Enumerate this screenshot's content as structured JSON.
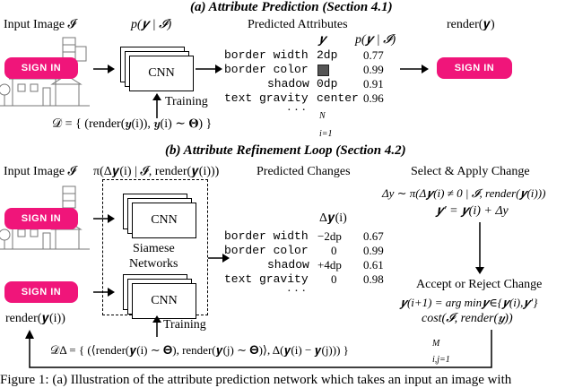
{
  "section_a": {
    "title": "(a) Attribute Prediction (Section 4.1)",
    "input_label": "Input Image 𝓘",
    "button_text": "SIGN IN",
    "model_label": "p(𝒚 | 𝓘)",
    "cnn_label": "CNN",
    "training_label": "Training",
    "predicted_header": "Predicted Attributes",
    "col_y": "𝒚",
    "col_p": "p(𝒚 | 𝓘)",
    "rows": [
      {
        "attr": "border width",
        "value": "2dp",
        "prob": "0.77"
      },
      {
        "attr": "border color",
        "value": "",
        "prob": "0.99"
      },
      {
        "attr": "shadow",
        "value": "0dp",
        "prob": "0.91"
      },
      {
        "attr": "text gravity",
        "value": "center",
        "prob": "0.96"
      }
    ],
    "ellipsis": "· · ·",
    "render_label": "render(𝒚)",
    "dataset_formula": "𝒟 = { (render(𝒚(i)), 𝒚(i) ∼ 𝚯) }",
    "dataset_sup": "N",
    "dataset_sub": "i=1",
    "swatch_color": "#555555"
  },
  "section_b": {
    "title": "(b) Attribute Refinement Loop (Section 4.2)",
    "input_label": "Input Image 𝓘",
    "model_label": "π(Δ𝒚(i) | 𝓘, render(𝒚(i)))",
    "button_text": "SIGN IN",
    "cnn_label": "CNN",
    "siamese_label_1": "Siamese",
    "siamese_label_2": "Networks",
    "training_label": "Training",
    "render_label": "render(𝒚(i))",
    "predicted_header": "Predicted Changes",
    "col_delta": "Δ𝒚(i)",
    "rows": [
      {
        "attr": "border width",
        "delta": "−2dp",
        "prob": "0.67"
      },
      {
        "attr": "border color",
        "delta": "0",
        "prob": "0.99"
      },
      {
        "attr": "shadow",
        "delta": "+4dp",
        "prob": "0.61"
      },
      {
        "attr": "text gravity",
        "delta": "0",
        "prob": "0.98"
      }
    ],
    "ellipsis": "· · ·",
    "select_header": "Select & Apply Change",
    "select_formula_1": "Δy ∼ π(Δ𝒚(i) ≠ 0 | 𝓘, render(𝒚(i)))",
    "select_formula_2": "𝒚′ = 𝒚(i) + Δy",
    "accept_header": "Accept or Reject Change",
    "accept_formula_1": "𝒚(i+1) = arg min𝒚∈{𝒚(i),𝒚′}",
    "accept_formula_2": "cost(𝓘, render(𝒚))",
    "dataset_formula": "𝒟Δ = { (⟨render(𝒚(i) ∼ 𝚯), render(𝒚(j) ∼ 𝚯)⟩, Δ(𝒚(i) − 𝒚(j))) }",
    "dataset_sup": "M",
    "dataset_sub": "i,j=1"
  },
  "caption": "Figure 1: (a) Illustration of the attribute prediction network which takes an input an image with"
}
